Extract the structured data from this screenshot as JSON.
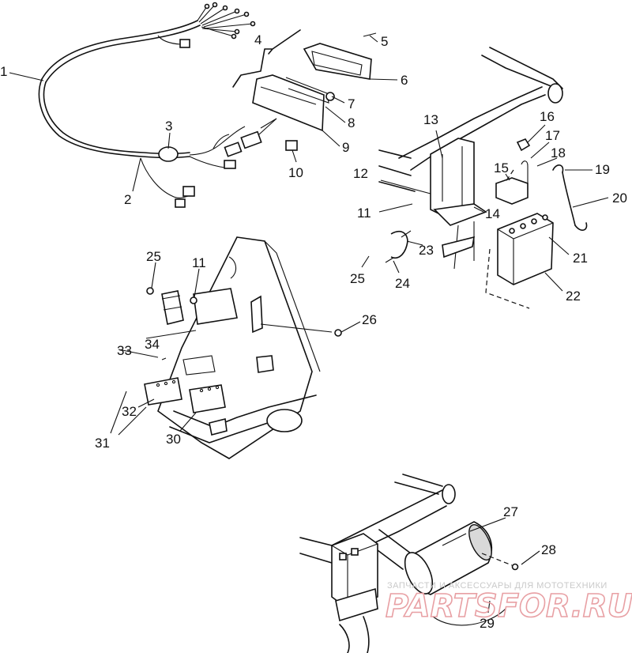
{
  "diagram": {
    "callouts": [
      {
        "id": "1",
        "text": "1"
      },
      {
        "id": "2",
        "text": "2"
      },
      {
        "id": "3",
        "text": "3"
      },
      {
        "id": "4",
        "text": "4"
      },
      {
        "id": "5",
        "text": "5"
      },
      {
        "id": "6",
        "text": "6"
      },
      {
        "id": "7",
        "text": "7"
      },
      {
        "id": "8",
        "text": "8"
      },
      {
        "id": "9",
        "text": "9"
      },
      {
        "id": "10",
        "text": "10"
      },
      {
        "id": "11a",
        "text": "11"
      },
      {
        "id": "11b",
        "text": "11"
      },
      {
        "id": "12",
        "text": "12"
      },
      {
        "id": "13",
        "text": "13"
      },
      {
        "id": "14",
        "text": "14"
      },
      {
        "id": "15",
        "text": "15"
      },
      {
        "id": "16",
        "text": "16"
      },
      {
        "id": "17",
        "text": "17"
      },
      {
        "id": "18",
        "text": "18"
      },
      {
        "id": "19",
        "text": "19"
      },
      {
        "id": "20",
        "text": "20"
      },
      {
        "id": "21",
        "text": "21"
      },
      {
        "id": "22",
        "text": "22"
      },
      {
        "id": "23",
        "text": "23"
      },
      {
        "id": "24",
        "text": "24"
      },
      {
        "id": "25a",
        "text": "25"
      },
      {
        "id": "25b",
        "text": "25"
      },
      {
        "id": "26",
        "text": "26"
      },
      {
        "id": "27",
        "text": "27"
      },
      {
        "id": "28",
        "text": "28"
      },
      {
        "id": "29",
        "text": "29"
      },
      {
        "id": "30",
        "text": "30"
      },
      {
        "id": "31",
        "text": "31"
      },
      {
        "id": "32",
        "text": "32"
      },
      {
        "id": "33",
        "text": "33"
      },
      {
        "id": "34",
        "text": "34"
      }
    ]
  },
  "watermark": {
    "tagline": "ЗАПЧАСТИ И АКСЕССУАРЫ ДЛЯ МОТОТЕХНИКИ",
    "brand": "PARTSFOR.RU"
  }
}
